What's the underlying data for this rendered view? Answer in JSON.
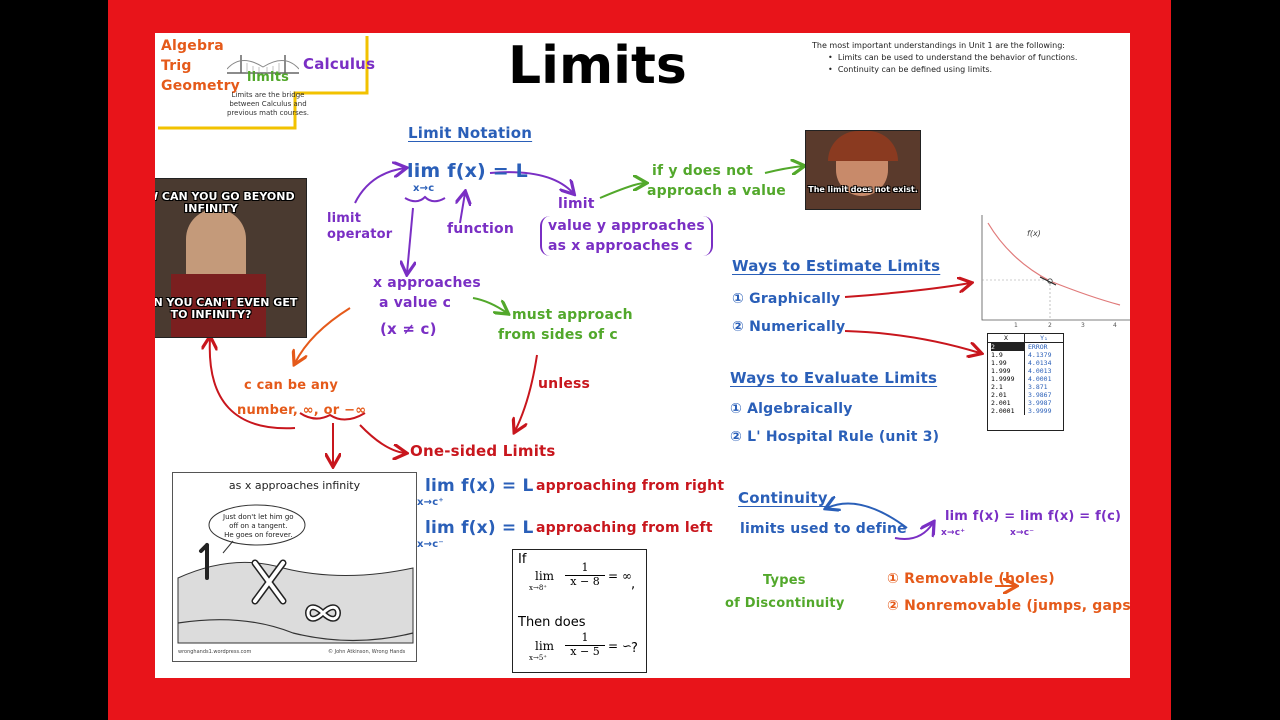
{
  "title": "Limits",
  "intro": {
    "lead": "The most important understandings in Unit 1 are the following:",
    "bullets": [
      "Limits can be used to understand the behavior of functions.",
      "Continuity can be defined using limits."
    ]
  },
  "bridge": {
    "left_words": [
      "Algebra",
      "Trig",
      "Geometry"
    ],
    "right_word": "Calculus",
    "middle_word": "limits",
    "caption": [
      "Limits are the bridge",
      "between Calculus and",
      "previous math courses."
    ]
  },
  "notation": {
    "heading": "Limit Notation",
    "expr": "lim f(x) = L",
    "sub": "x→c",
    "operator": [
      "limit",
      "operator"
    ],
    "function": "function",
    "limit": "limit",
    "limit_desc": [
      "value y approaches",
      "as x approaches c"
    ],
    "not_approach": [
      "if y does not",
      "approach a value"
    ],
    "x_approaches": [
      "x approaches",
      "a value c"
    ],
    "x_neq": "(x ≠ c)",
    "must_approach": [
      "must approach",
      "from sides of c"
    ],
    "unless": "unless",
    "c_any": [
      "c can be any",
      "number, ∞, or −∞"
    ]
  },
  "memes": {
    "picard_top": "HOW CAN YOU GO BEYOND INFINITY",
    "picard_bottom": "WHEN YOU CAN'T EVEN GET TO INFINITY?",
    "girl": "The limit does not exist."
  },
  "one_sided": {
    "heading": "One-sided Limits",
    "right_expr": "lim f(x) = L",
    "right_sub": "x→c⁺",
    "right_desc": "approaching from right",
    "left_expr": "lim f(x) = L",
    "left_sub": "x→c⁻",
    "left_desc": "approaching from left"
  },
  "comic": {
    "title": "as x approaches infinity",
    "bubble": [
      "Just don't let him go",
      "off on a tangent.",
      "He goes on forever."
    ],
    "credit_left": "wronghands1.wordpress.com",
    "credit_right": "© John Atkinson, Wrong Hands"
  },
  "question": {
    "if": "If",
    "lim1": "lim",
    "sub1": "x→8⁺",
    "frac1_num": "1",
    "frac1_den": "x − 8",
    "eq1": "= ∞",
    "comma": ",",
    "then": "Then does",
    "lim2": "lim",
    "sub2": "x→5⁺",
    "frac2_num": "1",
    "frac2_den": "x − 5",
    "eq2": "= ∽",
    "q": "?"
  },
  "estimate": {
    "heading": "Ways to Estimate Limits",
    "items": [
      {
        "num": "①",
        "label": "Graphically"
      },
      {
        "num": "②",
        "label": "Numerically"
      }
    ]
  },
  "evaluate": {
    "heading": "Ways to Evaluate Limits",
    "items": [
      {
        "num": "①",
        "label": "Algebraically"
      },
      {
        "num": "②",
        "label": "L' Hospital Rule (unit 3)"
      }
    ]
  },
  "continuity": {
    "heading": "Continuity",
    "desc": "limits used to define",
    "expr": "lim f(x) = lim f(x) = f(c)",
    "sub_right": "x→c⁺",
    "sub_left": "x→c⁻"
  },
  "discontinuity": {
    "types": [
      "Types",
      "of Discontinuity"
    ],
    "items": [
      {
        "num": "①",
        "label": "Removable (holes)"
      },
      {
        "num": "②",
        "label": "Nonremovable (jumps, gaps)"
      }
    ]
  },
  "graph": {
    "label": "f(x)",
    "ticks": [
      "1",
      "2",
      "3",
      "4"
    ]
  },
  "table": {
    "headers": [
      "X",
      "Y₁"
    ],
    "x": [
      "2",
      "1.9",
      "1.99",
      "1.999",
      "1.9999",
      "2.1",
      "2.01",
      "2.001",
      "2.0001"
    ],
    "y": [
      "ERROR",
      "4.1379",
      "4.0134",
      "4.0013",
      "4.0001",
      "3.871",
      "3.9867",
      "3.9987",
      "3.9999"
    ]
  },
  "colors": {
    "purple": "#7a2fc4",
    "blue": "#2a5fb8",
    "green": "#52a82b",
    "red": "#c8161d",
    "orange": "#e55a1a",
    "frame": "#e8141a"
  }
}
